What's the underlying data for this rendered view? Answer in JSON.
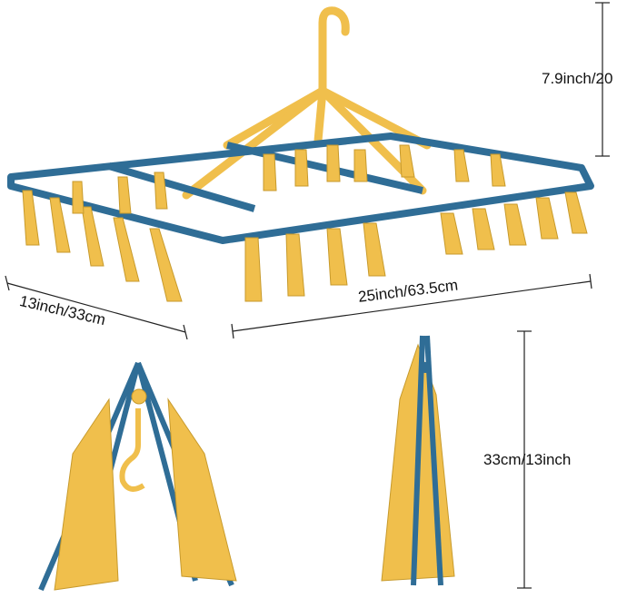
{
  "labels": {
    "height": "7.9inch/20",
    "depth": "13inch/33cm",
    "width": "25inch/63.5cm",
    "folded_height": "33cm/13inch"
  },
  "colors": {
    "frame_blue": "#2f6d96",
    "clip_yellow": "#f0bf4c",
    "dim_line": "#222222"
  }
}
